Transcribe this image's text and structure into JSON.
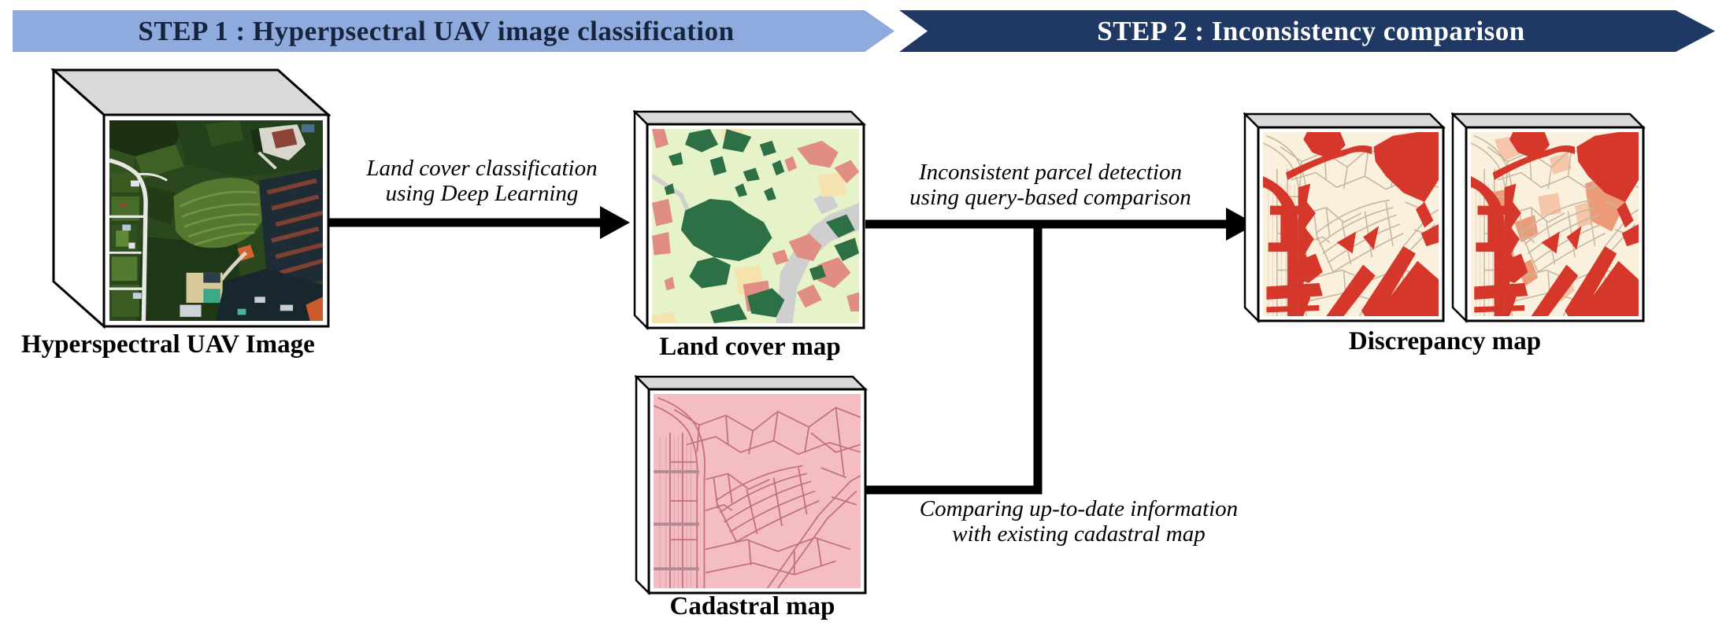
{
  "banners": {
    "step1": {
      "label": "STEP 1 : Hyperpsectral UAV image classification",
      "bg_color": "#8FAADC",
      "text_color": "#17243E"
    },
    "step2": {
      "label": "STEP 2 : Inconsistency comparison",
      "bg_color": "#1F3864",
      "text_color": "#FFFFFF"
    }
  },
  "nodes": {
    "hyperspectral": {
      "label": "Hyperspectral UAV Image"
    },
    "landcover": {
      "label": "Land cover map"
    },
    "cadastral": {
      "label": "Cadastral map"
    },
    "discrepancy": {
      "label": "Discrepancy map"
    }
  },
  "annotations": {
    "classification": "Land cover classification\nusing Deep Learning",
    "comparison": "Inconsistent parcel detection\nusing query-based comparison",
    "cadastral_note": "Comparing up-to-date information\nwith existing cadastral map"
  },
  "palette": {
    "arrow_color": "#000000",
    "landcover_vegetation_bg": "#E6F2C8",
    "landcover_forest": "#2E7046",
    "landcover_building": "#E08D84",
    "landcover_road": "#CFCFCF",
    "landcover_bare_soil": "#F6E2AC",
    "cadastral_bg": "#F3BDC3",
    "cadastral_line": "#C4707E",
    "discrepancy_bg": "#FAF0DE",
    "discrepancy_high": "#D5372A",
    "discrepancy_mid": "#EC9B79",
    "discrepancy_low": "#F5C6AA",
    "box_top_face": "#D9D9D9",
    "box_left_face": "#FFFFFF"
  }
}
